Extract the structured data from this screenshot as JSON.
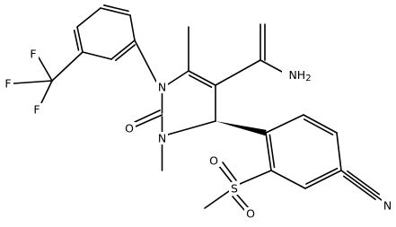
{
  "colors": {
    "background": "#ffffff",
    "ink": "#000000"
  },
  "atoms": {
    "f_top": "F",
    "f_left": "F",
    "f_bottom": "F",
    "n1": "N",
    "n3": "N",
    "o_carbonyl": "O",
    "nh2": "NH2",
    "s": "S",
    "o_sulfonyl_top": "O",
    "o_sulfonyl_bottom": "O",
    "n_nitrile": "N"
  }
}
